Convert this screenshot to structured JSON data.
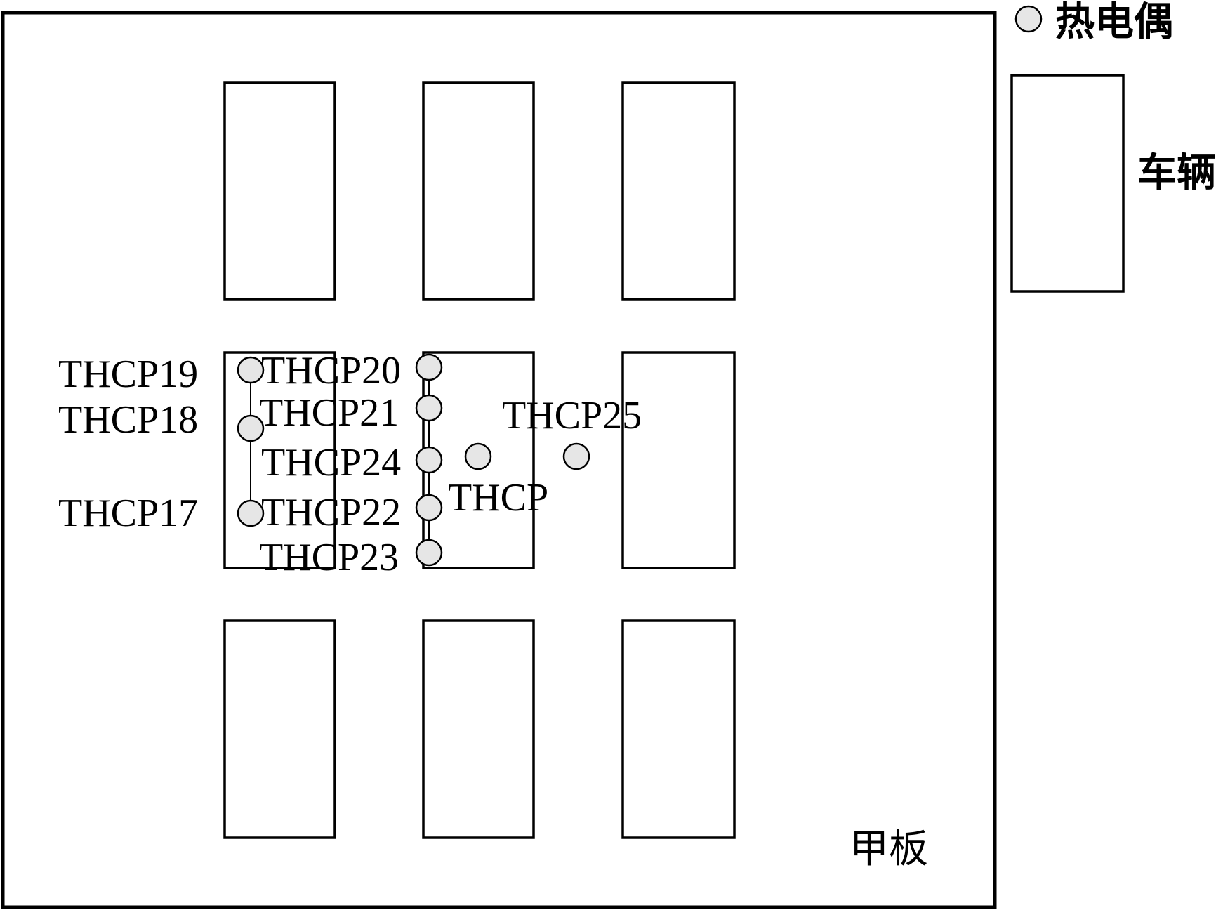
{
  "legend": {
    "thermocouple_label": "热电偶",
    "vehicle_label": "车辆"
  },
  "deck_label": "甲板",
  "sensors": {
    "thcp17": "THCP17",
    "thcp18": "THCP18",
    "thcp19": "THCP19",
    "thcp20": "THCP20",
    "thcp21": "THCP21",
    "thcp22": "THCP22",
    "thcp23": "THCP23",
    "thcp24": "THCP24",
    "thcp25": "THCP25",
    "thcp": "THCP"
  },
  "colors": {
    "stroke": "#000000",
    "sensor_fill": "#e6e6e6",
    "background": "#ffffff"
  }
}
